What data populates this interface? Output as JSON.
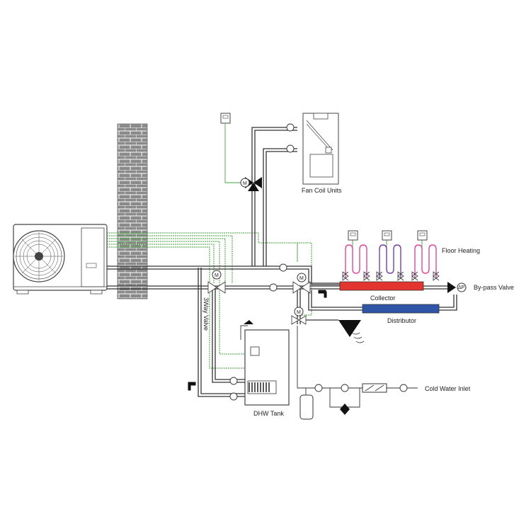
{
  "labels": {
    "fan_coil_units": "Fan Coil Units",
    "floor_heating": "Floor Heating",
    "bypass_valve": "By-pass Valve",
    "collector": "Collector",
    "distributor": "Distributor",
    "three_way_valve": "3Way Valve",
    "dhw_tank": "DHW Tank",
    "cold_water_inlet": "Cold Water Inlet"
  },
  "symbols": {
    "motor": "M",
    "delta_p": "ΔP"
  },
  "colors": {
    "control_wire": "#3fa535",
    "collector_fill": "#e3342f",
    "distributor_fill": "#2f55a6",
    "floor_loop_pink": "#d94aa0",
    "floor_loop_purple": "#7b3fa8",
    "brick": "#777777",
    "pipe": "#333333"
  }
}
